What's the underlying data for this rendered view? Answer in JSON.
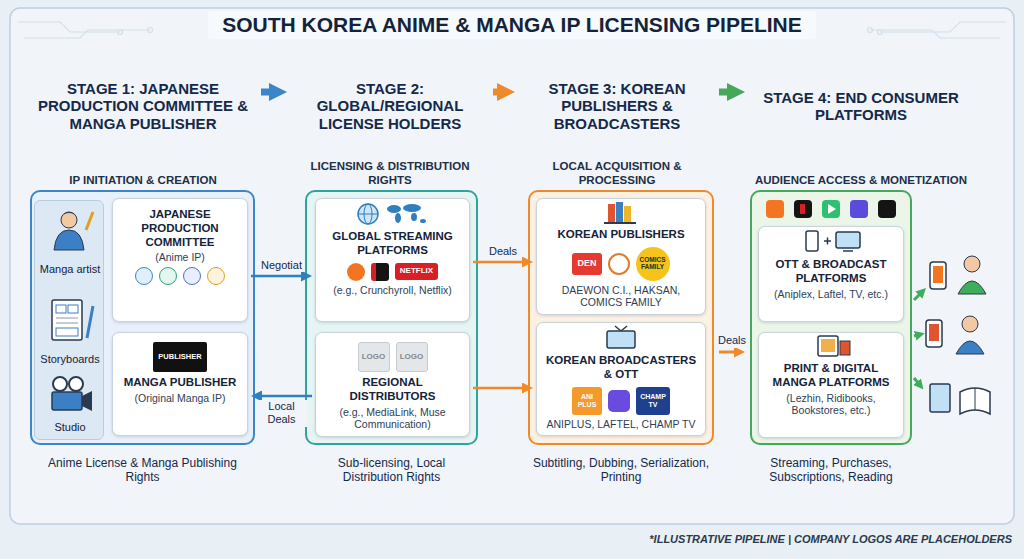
{
  "diagram": {
    "title": "SOUTH KOREA ANIME & MANGA IP LICENSING PIPELINE",
    "nodes": [
      {
        "text": [
          "STAGE 1: JAPANESE PRODUCTION COMMITTEE & MANGA PUBLISHER",
          "IP INITIATION & CREATION",
          "Anime License & Manga Publishing Rights"
        ]
      },
      {
        "text": [
          "Manga artist",
          "Storyboards",
          "Studio"
        ],
        "in": 0
      },
      {
        "text": [
          "JAPANESE PRODUCTION COMMITTEE",
          "(Anime IP)"
        ],
        "in": 0
      },
      {
        "text": [
          "MANGA PUBLISHER",
          "(Original Manga IP)"
        ],
        "in": 0
      },
      {
        "text": [
          "STAGE 2: GLOBAL/REGIONAL LICENSE HOLDERS",
          "LICENSING & DISTRIBUTION RIGHTS",
          "Sub-licensing, Local Distribution Rights"
        ]
      },
      {
        "text": [
          "GLOBAL STREAMING PLATFORMS",
          "(e.g., Crunchyroll, Netflix)"
        ],
        "in": 4
      },
      {
        "text": [
          "REGIONAL DISTRIBUTORS",
          "(e.g., MediaLink, Muse Communication)"
        ],
        "in": 4
      },
      {
        "text": [
          "STAGE 3: KOREAN PUBLISHERS & BROADCASTERS",
          "LOCAL ACQUISITION & PROCESSING",
          "Subtitling, Dubbing, Serialization, Printing"
        ]
      },
      {
        "text": [
          "KOREAN PUBLISHERS",
          "DAEWON C.I., HAKSAN, COMICS FAMILY"
        ],
        "in": 7
      },
      {
        "text": [
          "KOREAN BROADCASTERS & OTT",
          "ANIPLUS, LAFTEL, CHAMP TV"
        ],
        "in": 7
      },
      {
        "text": [
          "STAGE 4: END CONSUMER PLATFORMS",
          "AUDIENCE ACCESS & MONETIZATION",
          "Streaming, Purchases, Subscriptions, Reading"
        ]
      },
      {
        "text": [
          "OTT & BROADCAST PLATFORMS",
          "(Aniplex, Laftel, TV, etc.)"
        ],
        "in": 10
      },
      {
        "text": [
          "PRINT & DIGITAL MANGA PLATFORMS",
          "(Lezhin, Ridibooks, Bookstores, etc.)"
        ],
        "in": 10
      }
    ],
    "edges": [
      {
        "from": 0,
        "to": 4,
        "arrow": "to"
      },
      {
        "from": 4,
        "to": 7,
        "arrow": "to"
      },
      {
        "from": 7,
        "to": 10,
        "arrow": "to"
      },
      {
        "from": 2,
        "to": 5,
        "label": "Negotiat",
        "arrow": "to"
      },
      {
        "from": 6,
        "to": 3,
        "label": "Local Deals",
        "arrow": "to"
      },
      {
        "from": 5,
        "to": 8,
        "label": "Deals",
        "arrow": "to"
      },
      {
        "from": 6,
        "to": 9,
        "arrow": "to"
      },
      {
        "from": 7,
        "to": 10,
        "label": "Deals",
        "arrow": "to"
      }
    ],
    "labels": [
      "*ILLUSTRATIVE PIPELINE | COMPANY LOGOS ARE PLACEHOLDERS",
      "PUBLISHER",
      "NETFLIX",
      "LOGO",
      "LOGO",
      "DEN",
      "COMICS FAMILY",
      "ANI PLUS",
      "CHAMP TV"
    ]
  }
}
